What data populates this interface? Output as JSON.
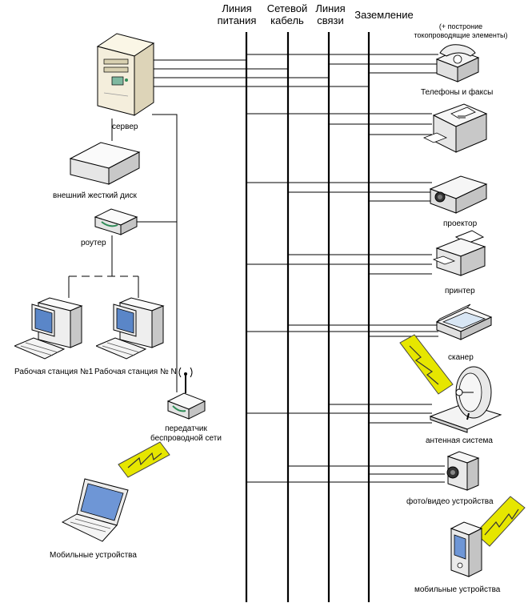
{
  "headers": {
    "power": "Линия\nпитания",
    "network": "Сетевой\nкабель",
    "comm": "Линия\nсвязи",
    "ground": "Заземление",
    "ground_note": "(+ построние\nтокопроводящие элементы)"
  },
  "left_devices": {
    "server": "сервер",
    "hdd": "внешний  жесткий диск",
    "router": "роутер",
    "ws1": "Рабочая станция №1",
    "wsn": "Рабочая станция № N",
    "wireless": "передатчик\nбеспроводной сети",
    "mobile_left": "Мобильные устройства"
  },
  "right_devices": {
    "phones": "Телефоны и факсы",
    "projector": "проектор",
    "printer": "принтер",
    "scanner": "сканер",
    "antenna": "антенная система",
    "camera": "фото/видео устройства",
    "mobile_right": "мобильные устройства"
  },
  "colors": {
    "line": "#000000",
    "device_body": "#f2f2f2",
    "device_shade": "#c8c8c8",
    "signal": "#e6e600",
    "server_body": "#f4eedc"
  }
}
